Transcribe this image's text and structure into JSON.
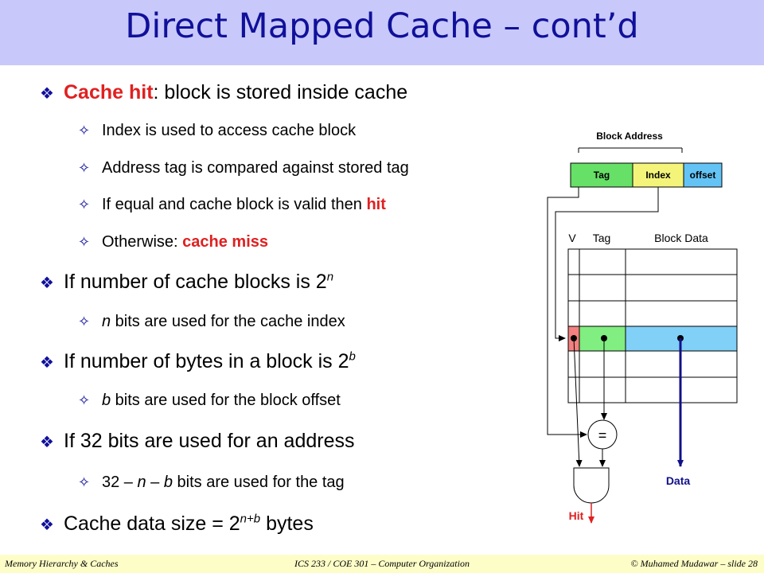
{
  "title": "Direct Mapped Cache – cont’d",
  "bullets": {
    "hit_term": "Cache hit",
    "hit_rest": ": block is stored inside cache",
    "index_used": "Index is used to access cache block",
    "tag_compare": "Address tag is compared against stored tag",
    "if_equal": "If equal and cache block is valid then ",
    "hit_word": "hit",
    "otherwise": "Otherwise: ",
    "cache_miss": "cache miss",
    "blocks_text": "If number of cache blocks is 2",
    "blocks_exp": "n",
    "n_var": "n",
    "n_bits": " bits are used for the cache index",
    "bytes_text": "If number of bytes in a block is 2",
    "bytes_exp": "b",
    "b_var": "b",
    "b_bits": " bits are used for the block offset",
    "addr32": "If 32 bits are used for an address",
    "tag_32": "32 – ",
    "tag_n": "n",
    "tag_dash": " – ",
    "tag_b": "b",
    "tag_rest": " bits are used for the tag",
    "size_text": "Cache data size = 2",
    "size_exp": "n+b",
    "size_unit": " bytes",
    "bullet_marker": "❖",
    "sub_marker": "✧"
  },
  "diagram": {
    "block_address": "Block Address",
    "field_tag": "Tag",
    "field_index": "Index",
    "field_offset": "offset",
    "col_v": "V",
    "col_tag": "Tag",
    "col_data": "Block Data",
    "comparator": "=",
    "data_label": "Data",
    "hit_label": "Hit",
    "colors": {
      "tag_field": "#66e066",
      "index_field": "#f4f47a",
      "offset_field": "#63c3f5",
      "valid_cell": "#f48080",
      "tag_cell": "#80ee80",
      "data_cell": "#80d0f8",
      "data_line": "#10108a",
      "hit_line": "#e02020"
    }
  },
  "footer": {
    "left": "Memory Hierarchy & Caches",
    "center": "ICS 233 / COE 301 – Computer Organization",
    "right": "© Muhamed Mudawar – slide 28"
  }
}
